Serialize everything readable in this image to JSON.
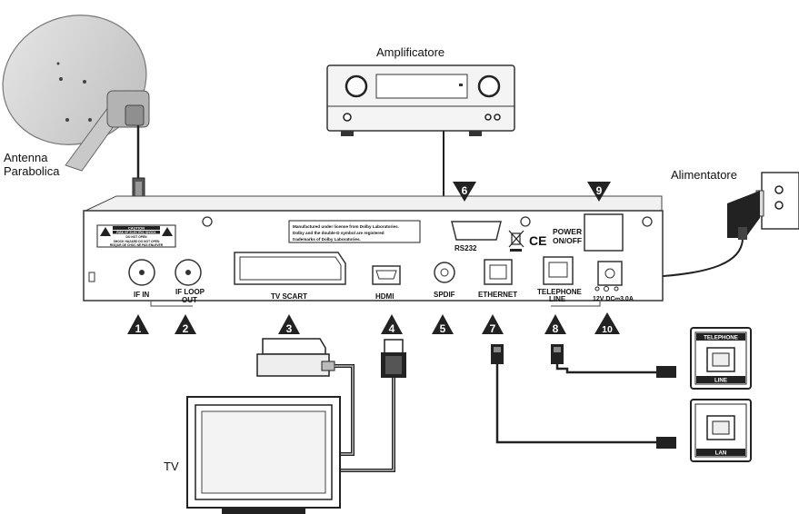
{
  "labels": {
    "amplifier": "Amplificatore",
    "dish_line1": "Antenna",
    "dish_line2": "Parabolica",
    "power_supply": "Alimentatore",
    "tv": "TV"
  },
  "panel": {
    "if_in": "IF IN",
    "if_loop_line1": "IF LOOP",
    "if_loop_line2": "OUT",
    "tv_scart": "TV SCART",
    "hdmi": "HDMI",
    "spdif": "SPDIF",
    "ethernet": "ETHERNET",
    "telephone_line1": "TELEPHONE",
    "telephone_line2": "LINE",
    "power_line1": "POWER",
    "power_line2": "ON/OFF",
    "rs232": "RS232",
    "dc_input": "12V DC⎓3.0A",
    "caution_title": "CAUTION",
    "caution_line1": "RISK OF ELECTRIC SHOCK",
    "caution_line2": "DO NOT OPEN",
    "caution_line3": "SHOCK HAZARD DO NOT OPEN",
    "caution_line4": "RISQUE DE CHOC NE PAS ENLEVER",
    "dolby_line1": "Manufactured under license from Dolby Laboratories.",
    "dolby_line2": "Dolby and the double-D symbol are registered",
    "dolby_line3": "trademarks of Dolby Laboratories.",
    "ce_mark": "CE"
  },
  "wall_sockets": {
    "telephone_top": "TELEPHONE",
    "telephone_bottom": "LINE",
    "lan_bottom": "LAN"
  },
  "markers": [
    "1",
    "2",
    "3",
    "4",
    "5",
    "6",
    "7",
    "8",
    "9",
    "10"
  ]
}
